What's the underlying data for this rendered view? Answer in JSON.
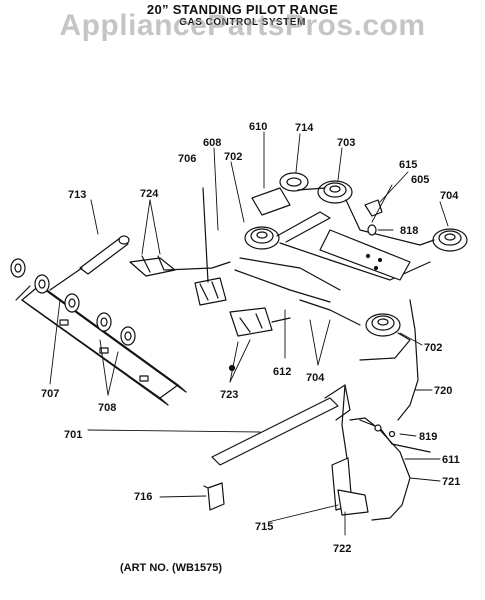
{
  "diagram": {
    "title": "20” STANDING PILOT RANGE",
    "subtitle": "GAS CONTROL SYSTEM",
    "watermark": "AppliancePartsPros.com",
    "art_number": "(ART NO. (WB1575)",
    "callouts": [
      "610",
      "714",
      "608",
      "706",
      "702",
      "703",
      "615",
      "605",
      "713",
      "724",
      "704",
      "818",
      "702",
      "707",
      "708",
      "723",
      "612",
      "704",
      "720",
      "701",
      "819",
      "611",
      "716",
      "721",
      "715",
      "722"
    ]
  }
}
